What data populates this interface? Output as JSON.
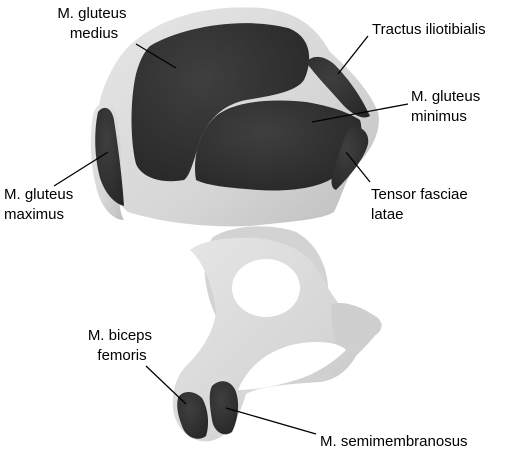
{
  "colors": {
    "bone": "#d9d9d9",
    "bone_dark": "#c2c2c2",
    "muscle": "#353535",
    "leader_line": "#000000",
    "background": "#ffffff"
  },
  "labels": {
    "gluteus_medius": [
      "M. gluteus",
      "medius"
    ],
    "tractus_iliotibialis": [
      "Tractus iliotibialis"
    ],
    "gluteus_minimus": [
      "M. gluteus",
      "minimus"
    ],
    "gluteus_maximus": [
      "M. gluteus",
      "maximus"
    ],
    "tensor_fasciae_latae": [
      "Tensor fasciae",
      "latae"
    ],
    "biceps_femoris": [
      "M. biceps",
      "femoris"
    ],
    "semimembranosus": [
      "M. semimembranosus"
    ]
  }
}
